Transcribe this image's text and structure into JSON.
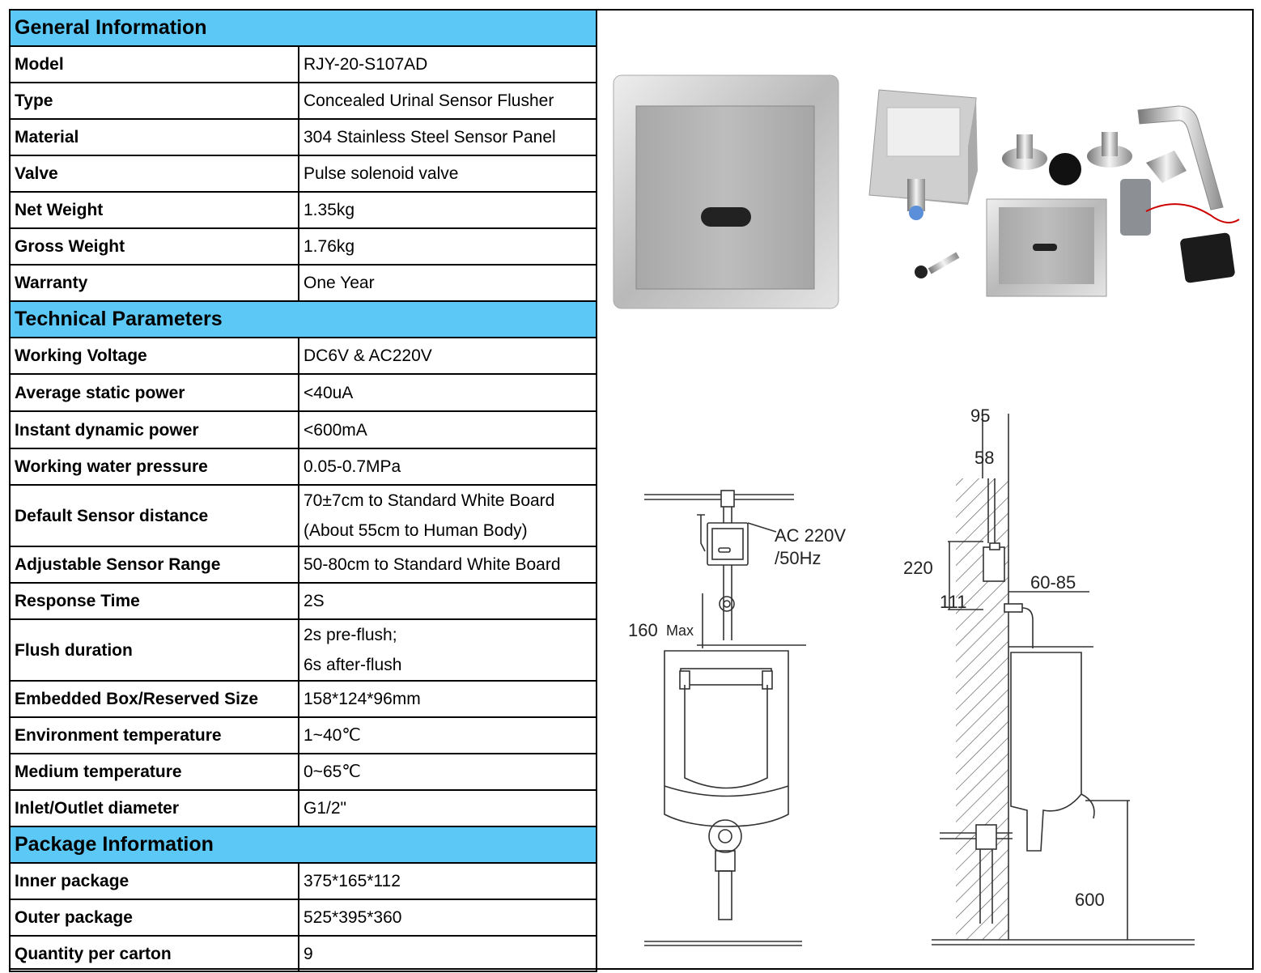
{
  "sections": [
    {
      "title": "General Information",
      "rows": [
        {
          "label": "Model",
          "value": "RJY-20-S107AD"
        },
        {
          "label": "Type",
          "value": "Concealed Urinal Sensor Flusher"
        },
        {
          "label": "Material",
          "value": "304 Stainless Steel Sensor Panel"
        },
        {
          "label": "Valve",
          "value": "Pulse solenoid valve"
        },
        {
          "label": "Net Weight",
          "value": "1.35kg"
        },
        {
          "label": "Gross Weight",
          "value": "1.76kg"
        },
        {
          "label": "Warranty",
          "value": "One Year"
        }
      ]
    },
    {
      "title": "Technical Parameters",
      "rows": [
        {
          "label": "Working Voltage",
          "value": "DC6V & AC220V"
        },
        {
          "label": "Average static power",
          "value": "<40uA"
        },
        {
          "label": "Instant dynamic power",
          "value": "<600mA"
        },
        {
          "label": "Working water pressure",
          "value": "0.05-0.7MPa"
        },
        {
          "label": "Default Sensor distance",
          "value": "70±7cm  to Standard White Board",
          "value2": "(About 55cm to Human Body)"
        },
        {
          "label": "Adjustable Sensor Range",
          "value": "50-80cm to Standard White Board"
        },
        {
          "label": "Response Time",
          "value": "2S"
        },
        {
          "label": "Flush duration",
          "value": "2s pre-flush;",
          "value2": "6s after-flush"
        },
        {
          "label": "Embedded Box/Reserved Size",
          "value": "158*124*96mm"
        },
        {
          "label": "Environment temperature",
          "value": "1~40℃"
        },
        {
          "label": "Medium temperature",
          "value": "0~65℃"
        },
        {
          "label": "Inlet/Outlet diameter",
          "value": "G1/2\""
        }
      ]
    },
    {
      "title": "Package Information",
      "rows": [
        {
          "label": "Inner package",
          "value": "375*165*112"
        },
        {
          "label": "Outer package",
          "value": "525*395*360"
        },
        {
          "label": "Quantity per carton",
          "value": "9"
        }
      ]
    }
  ],
  "diagram": {
    "front_power": "AC 220V",
    "front_freq": "/50Hz",
    "front_max_value": "160",
    "front_max_label": "Max",
    "side_95": "95",
    "side_58": "58",
    "side_220": "220",
    "side_111": "111",
    "side_60_85": "60-85",
    "side_600": "600"
  },
  "colors": {
    "section_header": "#5bc8f5",
    "border": "#000000"
  }
}
